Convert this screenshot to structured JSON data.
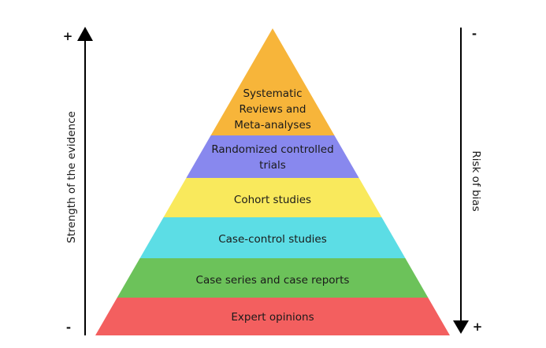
{
  "pyramid": {
    "tiers": [
      {
        "lines": [
          "Systematic",
          "Reviews and",
          "Meta-analyses"
        ],
        "color": "#F7B53A"
      },
      {
        "lines": [
          "Randomized controlled",
          "trials"
        ],
        "color": "#8888EE"
      },
      {
        "lines": [
          "Cohort studies"
        ],
        "color": "#F9E95C"
      },
      {
        "lines": [
          "Case-control studies"
        ],
        "color": "#5CDDE5"
      },
      {
        "lines": [
          "Case series and case reports"
        ],
        "color": "#6CC25A"
      },
      {
        "lines": [
          "Expert opinions"
        ],
        "color": "#F35F5F"
      }
    ]
  },
  "left_axis": {
    "title": "Strength of the evidence",
    "top_sign": "+",
    "bottom_sign": "-"
  },
  "right_axis": {
    "title": "Risk of bias",
    "top_sign": "-",
    "bottom_sign": "+"
  }
}
